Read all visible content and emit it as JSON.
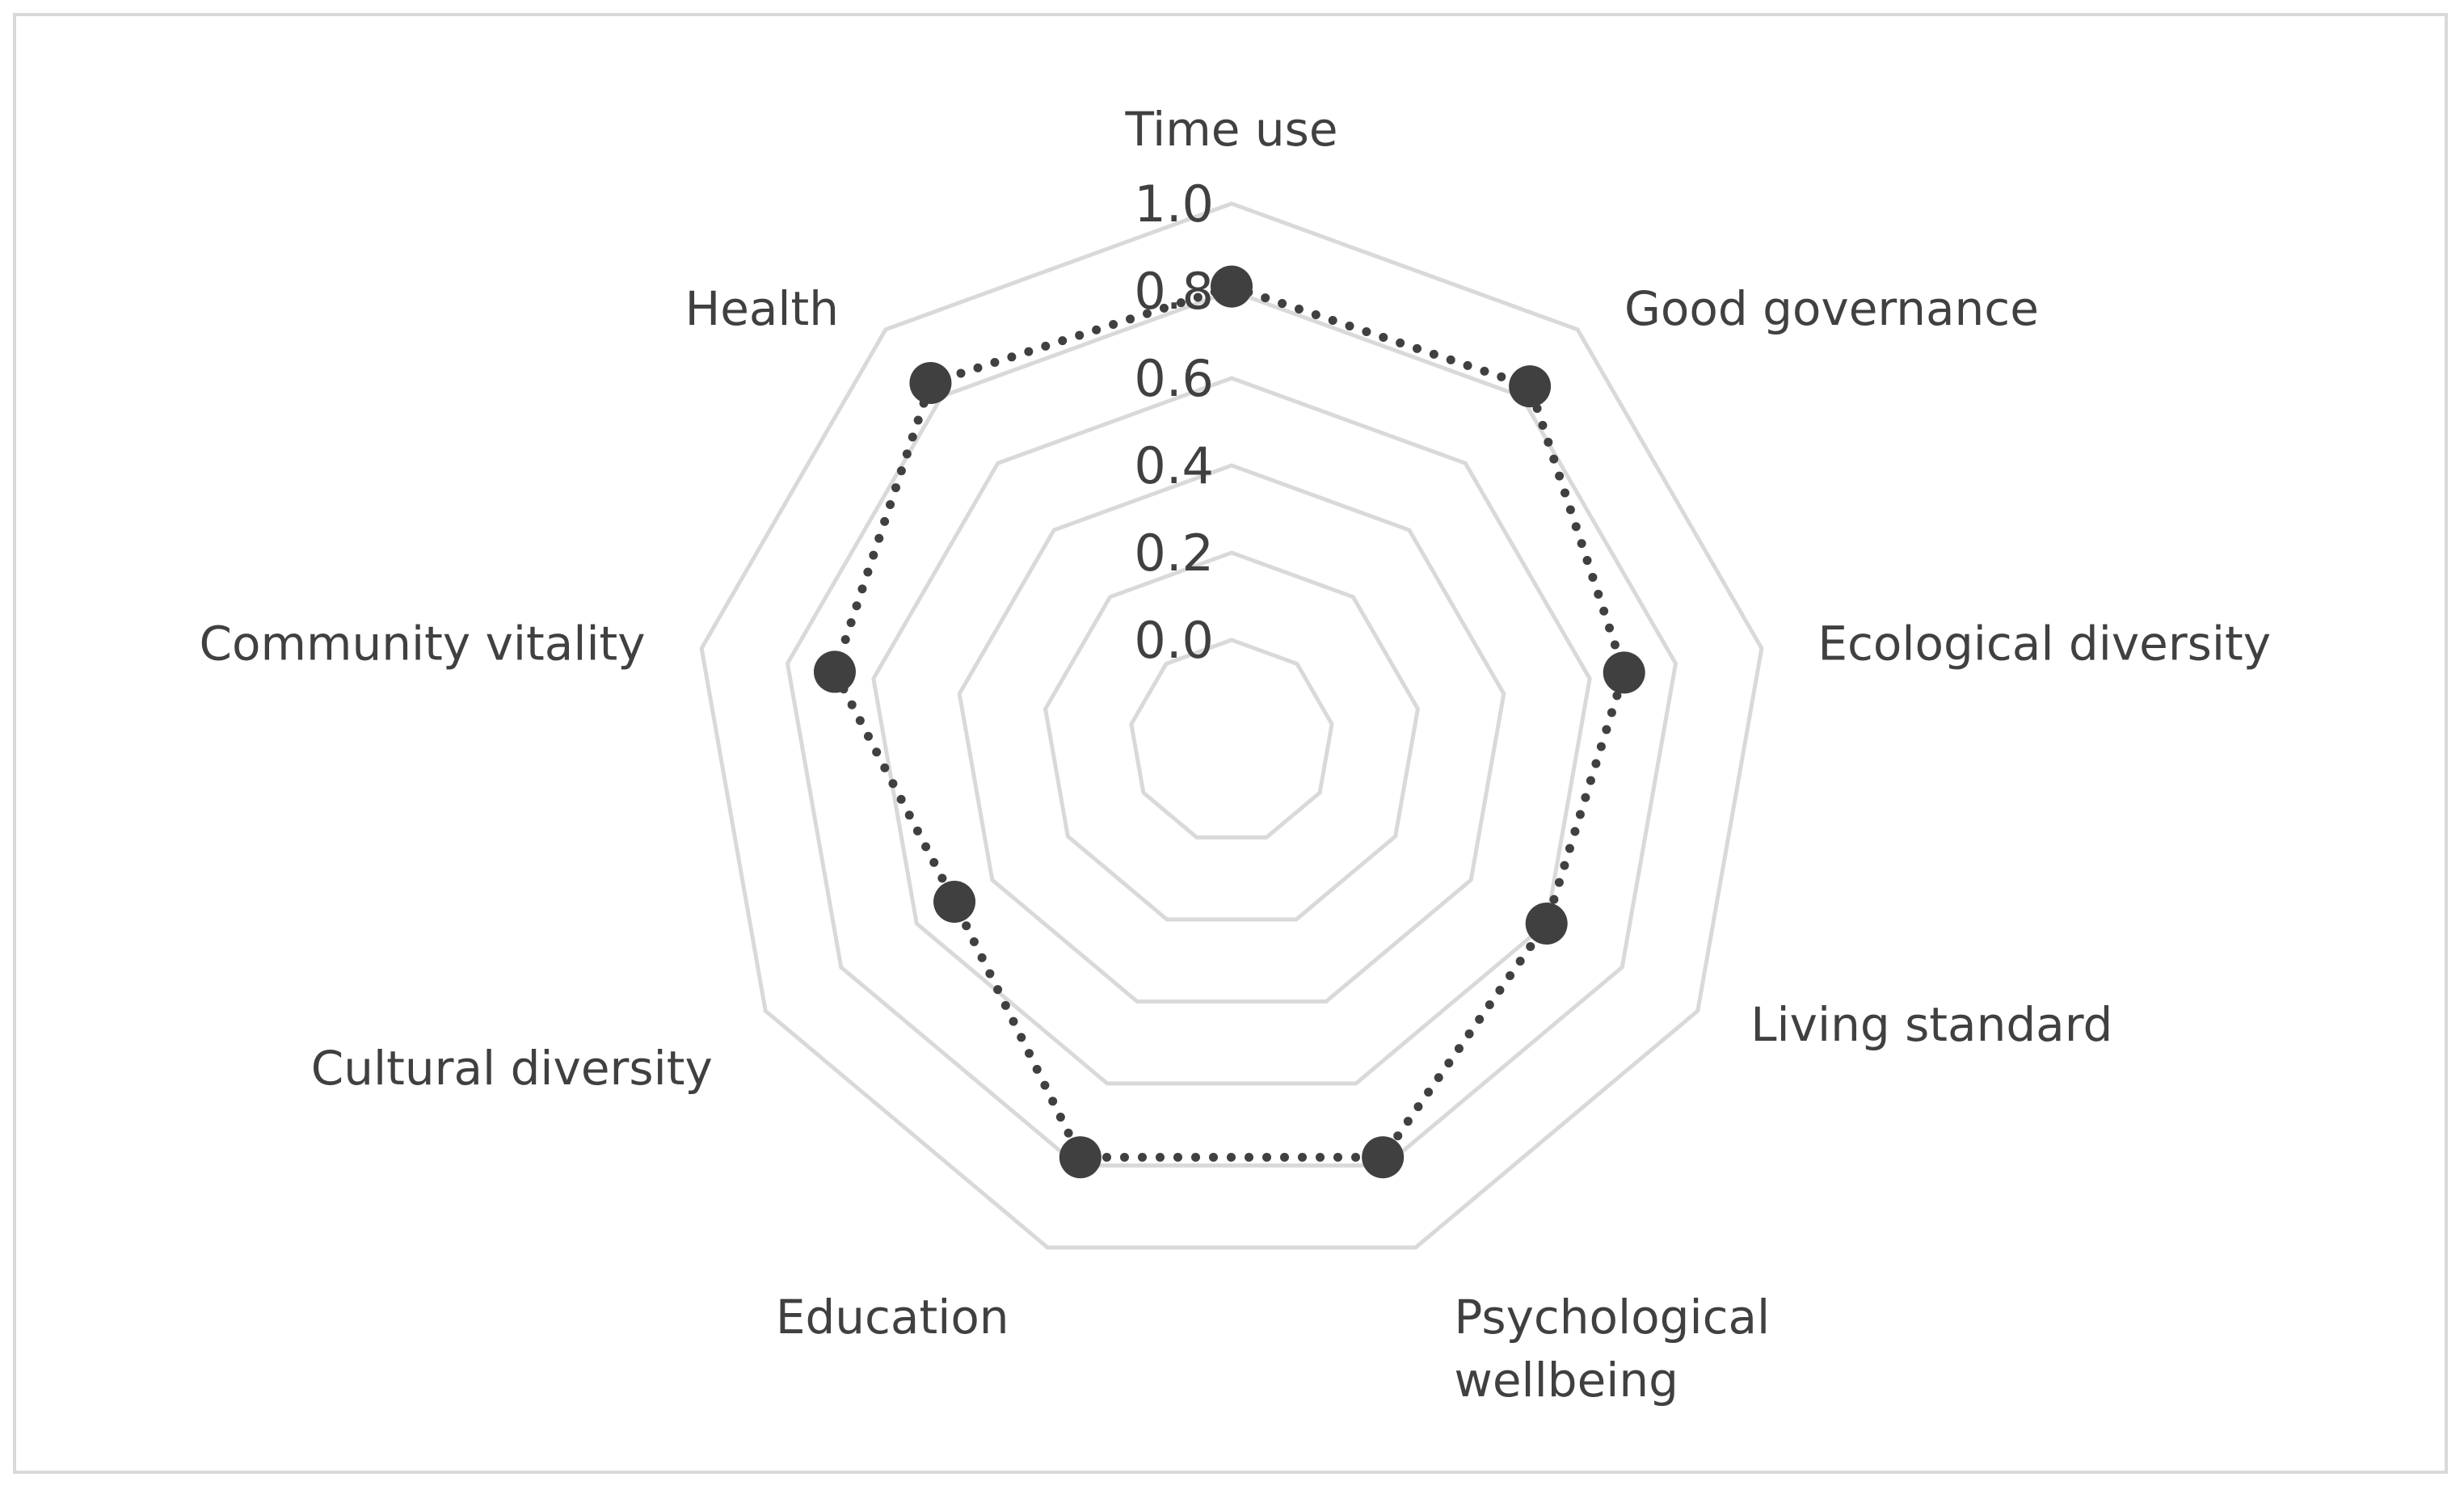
{
  "chart_data": {
    "type": "radar",
    "categories": [
      "Time use",
      "Good governance",
      "Ecological diversity",
      "Living standard",
      "Psychological\nwellbeing",
      "Education",
      "Cultural diversity",
      "Community vitality",
      "Health"
    ],
    "values": [
      0.81,
      0.83,
      0.68,
      0.6,
      0.78,
      0.78,
      0.5,
      0.69,
      0.84
    ],
    "rlim": [
      0.0,
      1.0
    ],
    "ticks": [
      0.0,
      0.2,
      0.4,
      0.6,
      0.8,
      1.0
    ],
    "tick_labels": [
      "0.0",
      "0.2",
      "0.4",
      "0.6",
      "0.8",
      "1.0"
    ],
    "grid": true,
    "legend": "none",
    "colors": {
      "series": "#404040",
      "grid": "#d9d9d9",
      "text": "#404040"
    }
  }
}
